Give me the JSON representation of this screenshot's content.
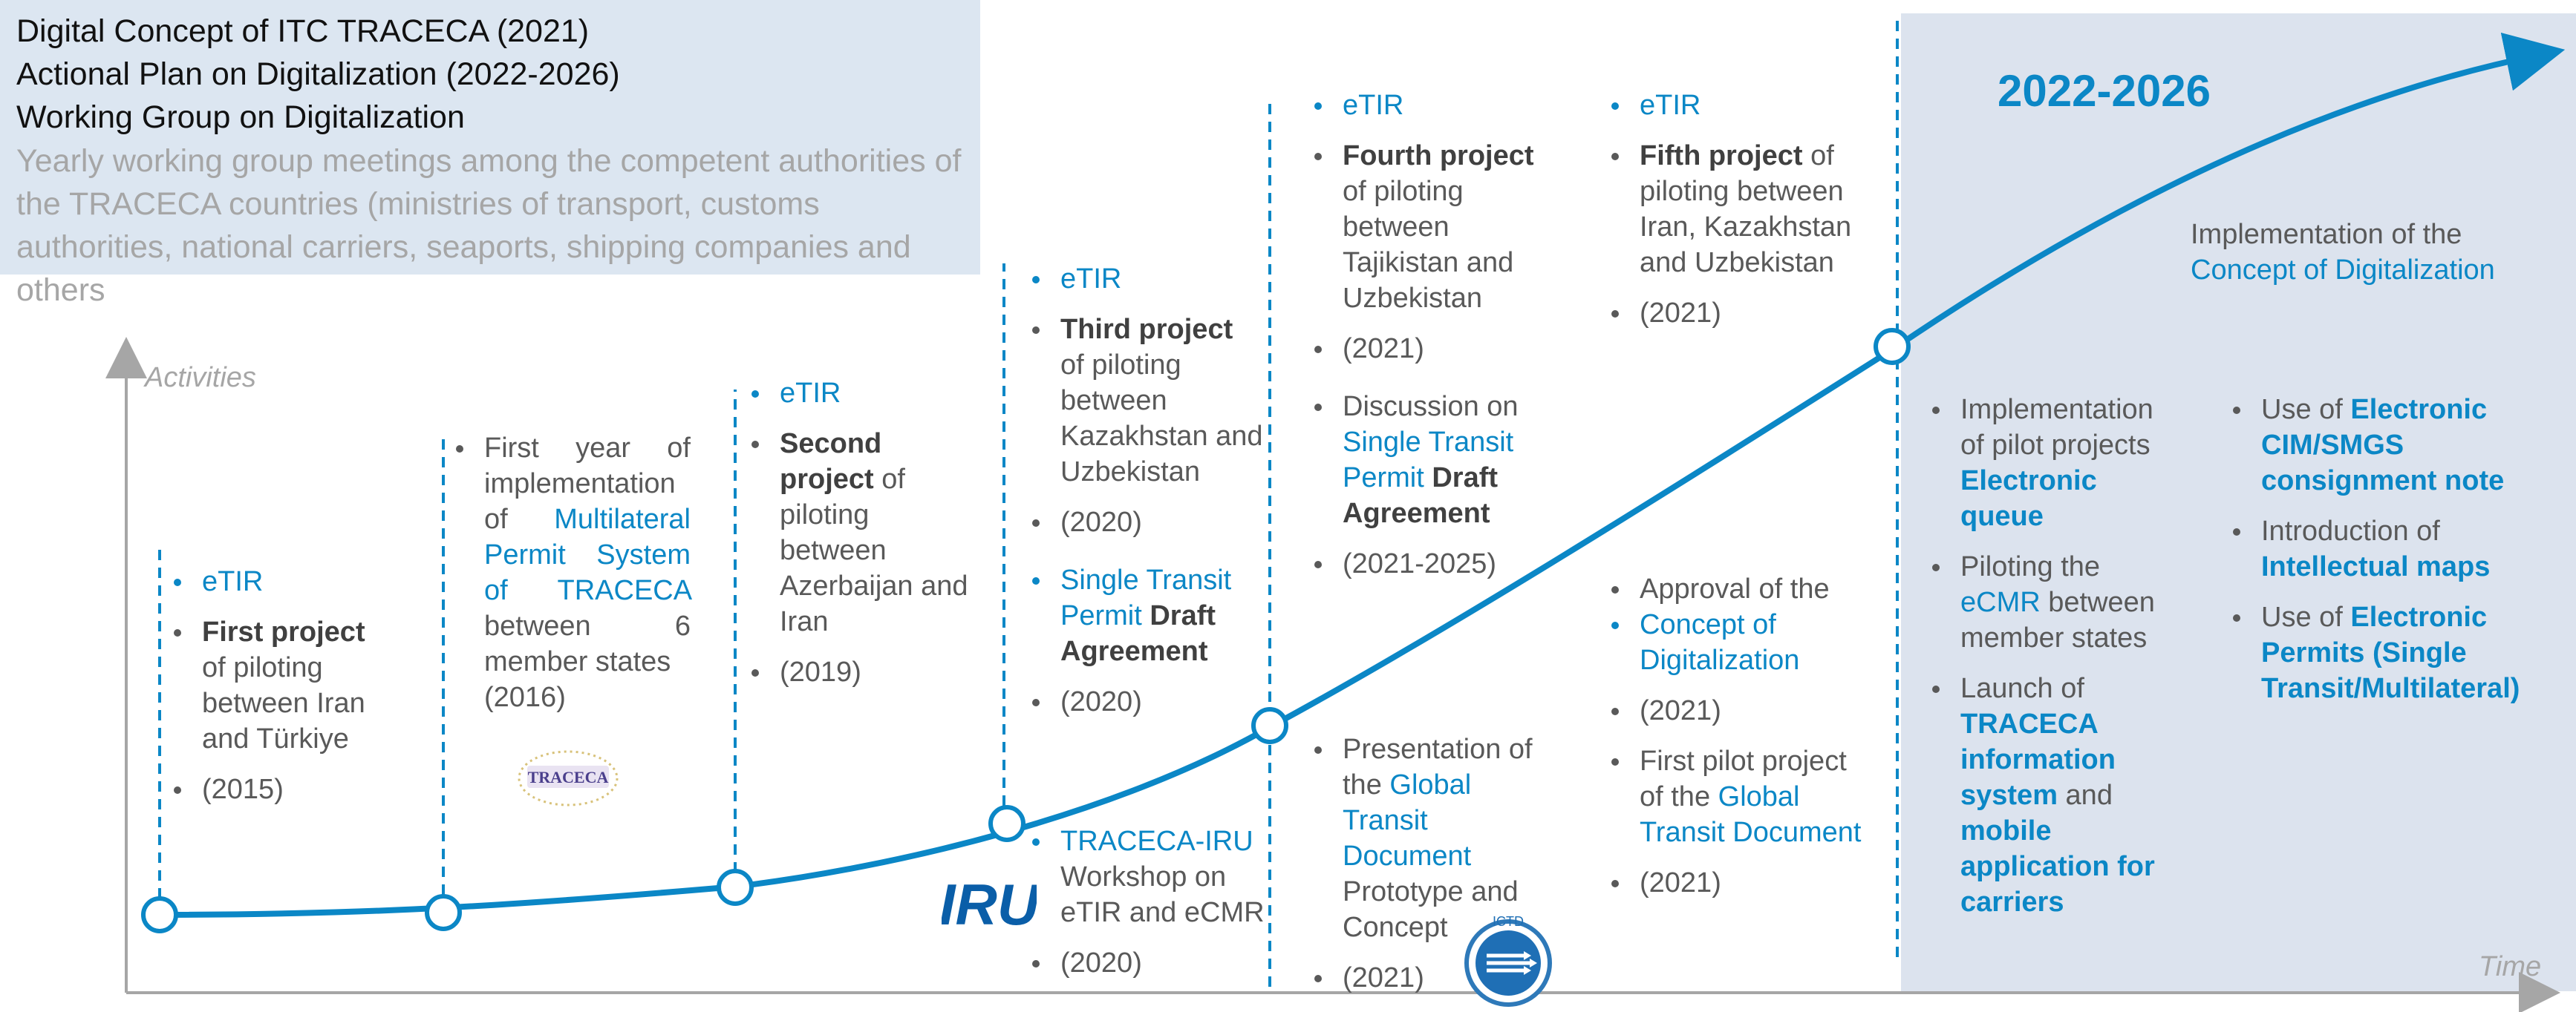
{
  "header": {
    "line1": "Digital Concept of ITC TRACECA (2021)",
    "line2": "Actional Plan on Digitalization (2022-2026)",
    "line3": "Working Group on Digitalization",
    "description": "Yearly working group meetings among  the competent authorities of the TRACECA countries (ministries of transport, customs authorities, national carriers, seaports, shipping companies and others"
  },
  "axes": {
    "y_label": "Activities",
    "x_label": "Time"
  },
  "colors": {
    "accent": "#0b87c6",
    "panel": "#dce3ee",
    "header_bg": "#dce6f1",
    "text": "#595959"
  },
  "period": {
    "title": "2022-2026",
    "impl_line1": "Implementation of the",
    "impl_line2": "Concept of Digitalization"
  },
  "col2015": {
    "etir": "eTIR",
    "title": "First project",
    "body": "of piloting between Iran and Türkiye",
    "year": "(2015)"
  },
  "col2016": {
    "pre": "First year of implementation of",
    "highlight": "Multilateral Permit System of TRACECA",
    "post": "between 6 member states",
    "year": "(2016)",
    "logo_text": "TRACECA"
  },
  "col2019": {
    "etir": "eTIR",
    "title": "Second project",
    "body": "of piloting between Azerbaijan and Iran",
    "year": "(2019)"
  },
  "col2020": {
    "etir": "eTIR",
    "title": "Third project",
    "body": "of piloting between Kazakhstan and Uzbekistan",
    "year": "(2020)",
    "stp_highlight": "Single Transit Permit",
    "stp_rest": "Draft Agreement",
    "stp_year": "(2020)",
    "iru_highlight": "TRACECA-IRU",
    "iru_body": "Workshop on eTIR and eCMR",
    "iru_year": "(2020)",
    "iru_logo": "IRU"
  },
  "col2021a": {
    "etir": "eTIR",
    "title": "Fourth project",
    "body": "of piloting between Tajikistan and Uzbekistan",
    "year": "(2021)",
    "disc_pre": "Discussion on",
    "disc_highlight": "Single Transit Permit",
    "disc_rest": "Draft Agreement",
    "disc_year": "(2021-2025)",
    "pres_pre": "Presentation of the",
    "pres_highlight": "Global Transit Document",
    "pres_rest": "Prototype and Concept",
    "pres_year": "(2021)",
    "ictd_logo": "ICTD"
  },
  "col2021b": {
    "etir": "eTIR",
    "title": "Fifth project",
    "body": "of piloting between Iran, Kazakhstan and Uzbekistan",
    "year": "(2021)",
    "appr_pre": "Approval of the",
    "appr_highlight": "Concept of Digitalization",
    "appr_year": "(2021)",
    "pilot_pre": "First pilot project of the",
    "pilot_highlight": "Global Transit Document",
    "pilot_year": "(2021)"
  },
  "future_left": {
    "item1_pre": "Implementation of pilot projects",
    "item1_highlight": "Electronic queue",
    "item2_pre": "Piloting the",
    "item2_highlight": "eCMR",
    "item2_post": "between member states",
    "item3_pre": "Launch of",
    "item3_highlight": "TRACECA information system",
    "item3_mid": "and",
    "item3_highlight2": "mobile application for carriers"
  },
  "future_right": {
    "item1_pre": "Use of",
    "item1_highlight": "Electronic CIM/SMGS consignment note",
    "item2_pre": "Introduction of",
    "item2_highlight": "Intellectual maps",
    "item3_pre": "Use of",
    "item3_highlight": "Electronic Permits (Single Transit/Multilateral)"
  }
}
